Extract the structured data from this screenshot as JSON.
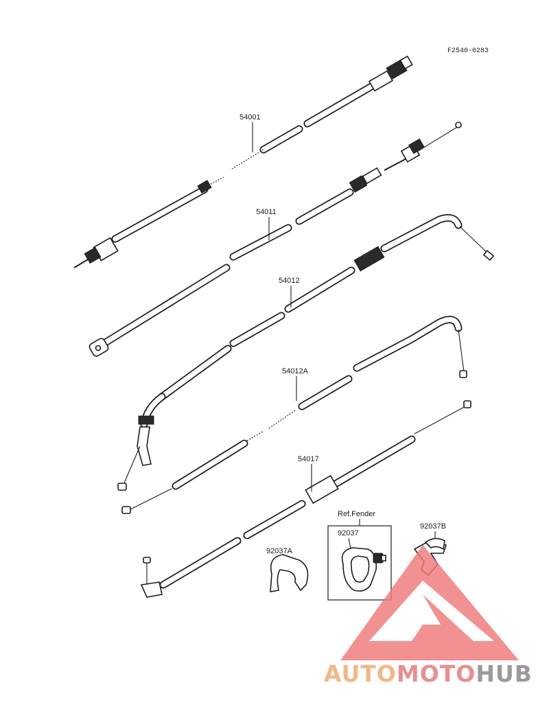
{
  "figure_ref": "F2540-0283",
  "parts": [
    {
      "id": "54001"
    },
    {
      "id": "54011"
    },
    {
      "id": "54012"
    },
    {
      "id": "54012A"
    },
    {
      "id": "54017"
    },
    {
      "id": "92037A"
    },
    {
      "id": "92037"
    },
    {
      "id": "92037B"
    }
  ],
  "ref_group": {
    "title": "Ref.Fender"
  },
  "watermark": {
    "auto": "AUTO",
    "moto": "MOTO",
    "hub": "HUB",
    "color_triangle": "#f07a7a",
    "color_auto": "#f0b888",
    "color_moto": "#e88f8f",
    "color_hub": "#9a9a9a"
  }
}
